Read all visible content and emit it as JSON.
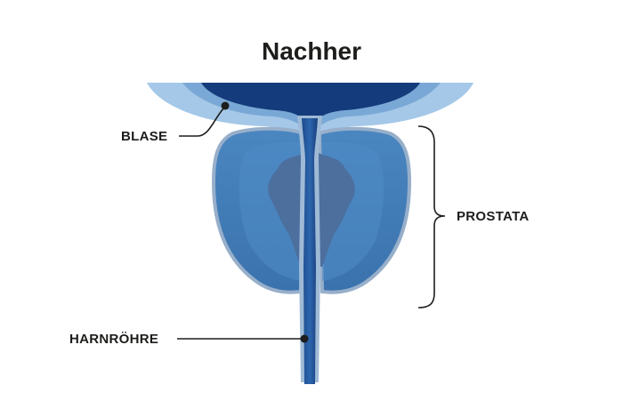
{
  "title": "Nachher",
  "labels": {
    "bladder": "BLASE",
    "prostate": "PROSTATA",
    "urethra": "HARNRÖHRE"
  },
  "colors": {
    "bladder_outer": "#9cc2e4",
    "bladder_mid": "#6f9fd0",
    "bladder_inner": "#143c7c",
    "prostate_fill": "#3f79b4",
    "prostate_rim": "#8fa9c6",
    "prostate_core": "#4d6f9c",
    "urethra": "#1a3f7e",
    "line": "#1d1d1b"
  }
}
